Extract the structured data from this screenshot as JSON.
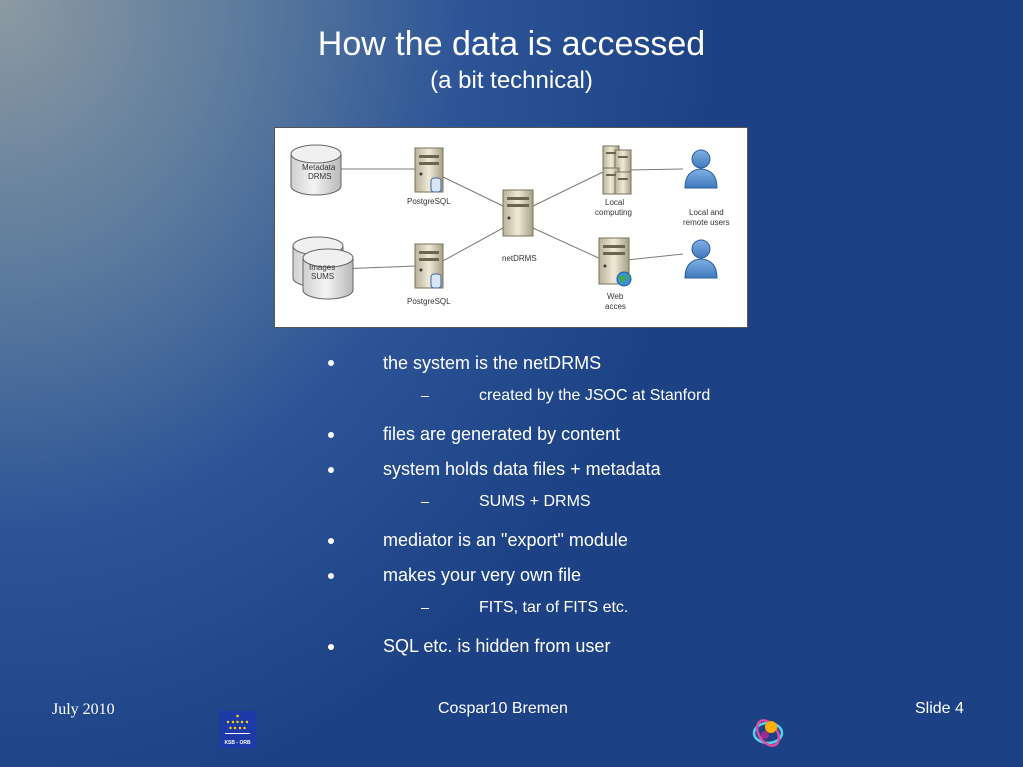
{
  "slide": {
    "title": "How the data is accessed",
    "subtitle": "(a bit technical)"
  },
  "diagram": {
    "nodes": {
      "metadata_db": [
        "Metadata",
        "DRMS"
      ],
      "images_db": [
        "Images",
        "SUMS"
      ],
      "postgres_top": "PostgreSQL",
      "postgres_bottom": "PostgreSQL",
      "netdrms": "netDRMS",
      "local_computing": [
        "Local",
        "computing"
      ],
      "web_access": [
        "Web",
        "acces"
      ],
      "users": [
        "Local and",
        "remote users"
      ]
    }
  },
  "bullets": [
    {
      "text": "the system is the netDRMS",
      "sub": [
        "created by the JSOC at Stanford"
      ]
    },
    {
      "text": "files are generated by content",
      "sub": []
    },
    {
      "text": "system holds data files + metadata",
      "sub": [
        "SUMS + DRMS"
      ]
    },
    {
      "text": "mediator is an \"export\" module",
      "sub": []
    },
    {
      "text": "makes your very own file",
      "sub": [
        "FITS, tar of FITS etc."
      ]
    },
    {
      "text": "SQL etc. is hidden from user",
      "sub": []
    }
  ],
  "footer": {
    "date": "July 2010",
    "event": "Cospar10 Bremen",
    "slide": "Slide 4",
    "logo_left_text": "KSB - ORB"
  }
}
